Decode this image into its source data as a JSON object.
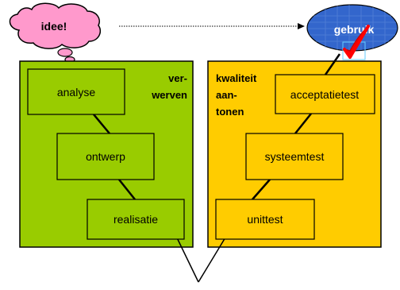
{
  "idea_cloud": {
    "label": "idee!"
  },
  "usage_ellipse": {
    "label": "gebruik"
  },
  "acquire_panel": {
    "heading_line1": "ver-",
    "heading_line2": "werven",
    "steps": [
      "analyse",
      "ontwerp",
      "realisatie"
    ]
  },
  "quality_panel": {
    "heading_line1": "kwaliteit",
    "heading_line2": "aan-",
    "heading_line3": "tonen",
    "steps": [
      "acceptatietest",
      "systeemtest",
      "unittest"
    ]
  },
  "colors": {
    "cloud_fill": "#ff99cc",
    "acquire_fill": "#99cc00",
    "quality_fill": "#ffcc00",
    "usage_fill": "#3366cc",
    "checkmark": "#ff0000"
  }
}
